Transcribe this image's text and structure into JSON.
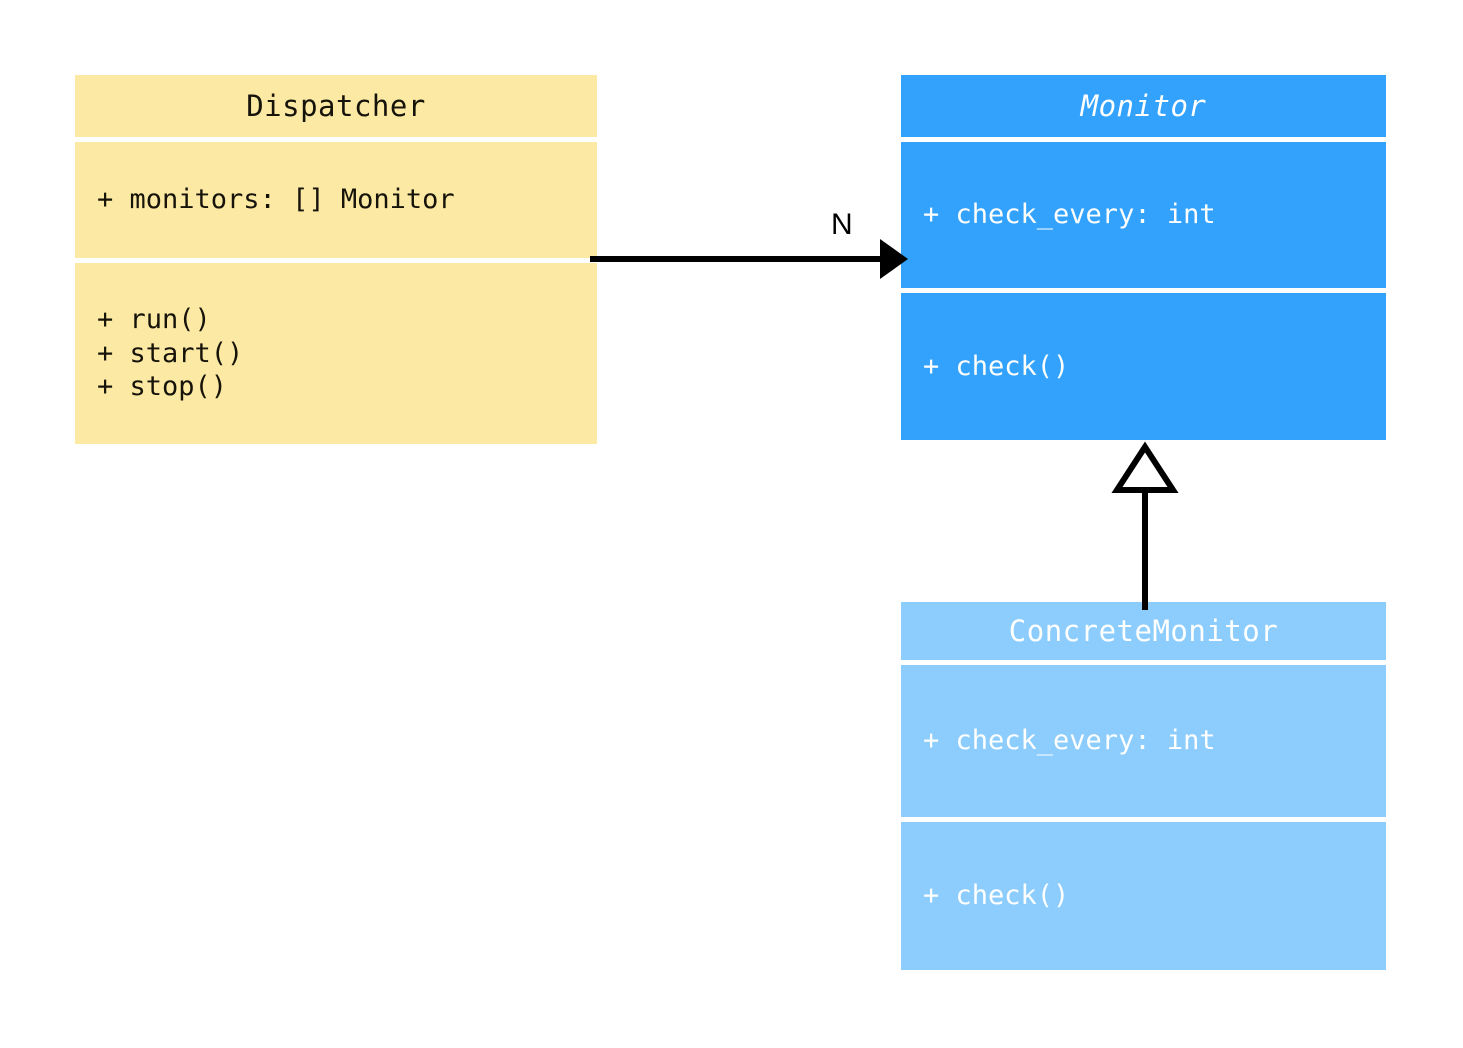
{
  "diagram": {
    "kind": "uml-class-diagram",
    "background": "#ffffff",
    "classes": [
      {
        "id": "dispatcher",
        "name": "Dispatcher",
        "abstract": false,
        "fill": "#fce9a4",
        "text_color": "#16130a",
        "attributes": [
          "+ monitors: [] Monitor"
        ],
        "operations": [
          "+ run()",
          "+ start()",
          "+ stop()"
        ]
      },
      {
        "id": "monitor",
        "name": "Monitor",
        "abstract": true,
        "fill": "#33a2fc",
        "text_color": "#ffffff",
        "attributes": [
          "+ check_every: int"
        ],
        "operations": [
          "+ check()"
        ]
      },
      {
        "id": "concrete_monitor",
        "name": "ConcreteMonitor",
        "abstract": false,
        "fill": "#8ccdfd",
        "text_color": "#ffffff",
        "attributes": [
          "+ check_every: int"
        ],
        "operations": [
          "+ check()"
        ]
      }
    ],
    "relationships": [
      {
        "id": "assoc-dispatcher-monitor",
        "type": "association",
        "from": "Dispatcher",
        "to": "Monitor",
        "arrow": "filled-triangle",
        "line": "solid",
        "multiplicity_label": "N",
        "color": "#000000"
      },
      {
        "id": "gen-concrete-monitor",
        "type": "generalization",
        "from": "ConcreteMonitor",
        "to": "Monitor",
        "arrow": "hollow-triangle",
        "line": "solid",
        "multiplicity_label": "",
        "color": "#000000"
      }
    ]
  }
}
